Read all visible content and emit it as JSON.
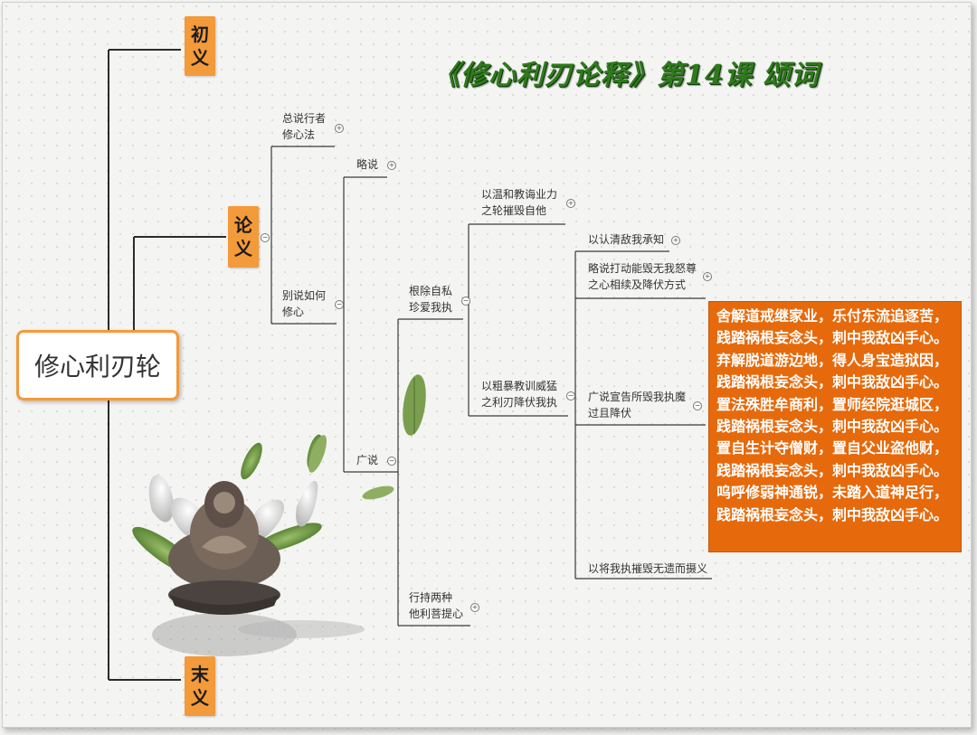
{
  "title": "《修心利刃论释》第14课 颂词",
  "root": "修心利刃轮",
  "level1": {
    "chu_yi": [
      "初",
      "义"
    ],
    "lun_yi": [
      "论",
      "义"
    ],
    "mo_yi": [
      "末",
      "义"
    ]
  },
  "nodes": {
    "zong_shuo": [
      "总说行者",
      "修心法"
    ],
    "bie_shuo": [
      "别说如何",
      "修心"
    ],
    "lue_shuo": "略说",
    "guang_shuo": "广说",
    "gen_chu": [
      "根除自私",
      "珍爱我执"
    ],
    "xing_chi": [
      "行持两种",
      "他利菩提心"
    ],
    "wen_he": [
      "以温和教诲业力",
      "之轮摧毁自他"
    ],
    "cu_bao": [
      "以粗暴教训威猛",
      "之利刃降伏我执"
    ],
    "ren_qing": "以认清敌我承知",
    "lue_shuo_da": [
      "略说打动能毁无我怒尊",
      "之心相续及降伏方式"
    ],
    "guang_shuo_xuan": [
      "广说宣告所毁我执魔",
      "过且降伏"
    ],
    "yi_jiang": "以将我执摧毁无遗而摄义"
  },
  "verse_lines": [
    "舍解道戒继家业，乐付东流追逐苦，",
    "践踏祸根妄念头，刺中我敌凶手心。",
    "弃解脱道游边地，得人身宝造狱因，",
    "践踏祸根妄念头，刺中我敌凶手心。",
    "置法殊胜牟商利，置师经院逛城区，",
    "践踏祸根妄念头，刺中我敌凶手心。",
    "置自生计夺僧财，置自父业盗他财，",
    "践踏祸根妄念头，刺中我敌凶手心。",
    "呜呼修弱神通锐，未踏入道神足行，",
    "践踏祸根妄念头，刺中我敌凶手心。"
  ],
  "colors": {
    "accent_orange": "#f39a3a",
    "verse_bg": "#e66a0c",
    "title_green": "#2e7a1c"
  }
}
